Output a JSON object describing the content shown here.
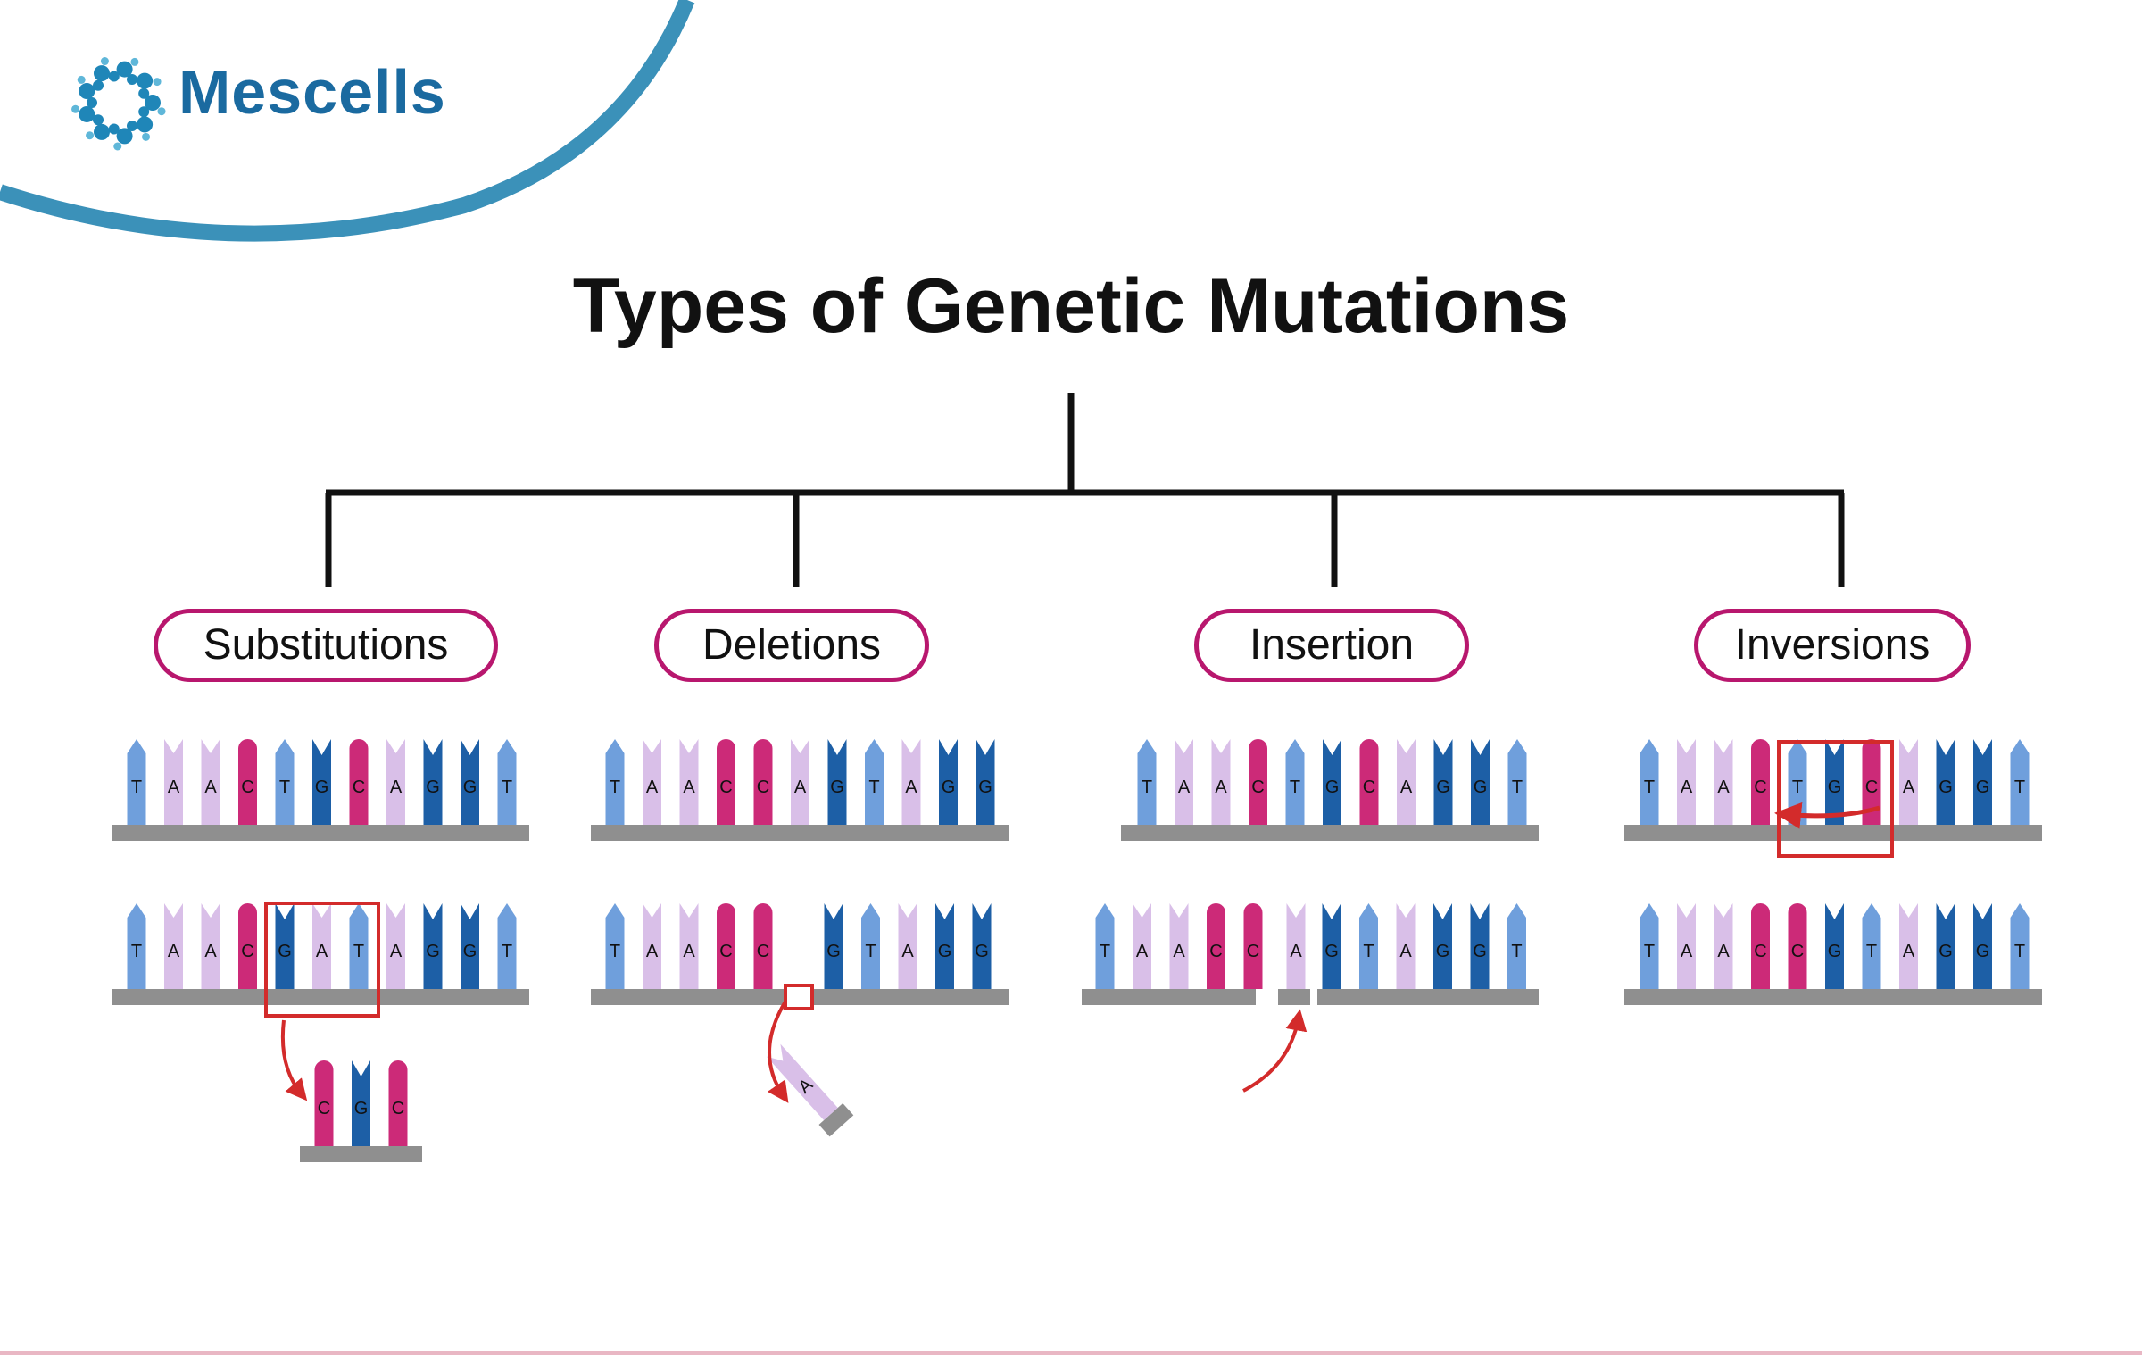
{
  "brand": {
    "name": "Mescells"
  },
  "title": "Types of Genetic Mutations",
  "categories": [
    {
      "id": "substitutions",
      "label": "Substitutions"
    },
    {
      "id": "deletions",
      "label": "Deletions"
    },
    {
      "id": "insertion",
      "label": "Insertion"
    },
    {
      "id": "inversions",
      "label": "Inversions"
    }
  ],
  "strands": {
    "substitutions_before": [
      "T",
      "A",
      "A",
      "C",
      "T",
      "G",
      "C",
      "A",
      "G",
      "G",
      "T"
    ],
    "substitutions_after": [
      "T",
      "A",
      "A",
      "C",
      "G",
      "A",
      "T",
      "A",
      "G",
      "G",
      "T"
    ],
    "substitutions_removed": [
      "C",
      "G",
      "C"
    ],
    "deletions_before": [
      "T",
      "A",
      "A",
      "C",
      "C",
      "A",
      "G",
      "T",
      "A",
      "G",
      "G"
    ],
    "deletions_after_left": [
      "T",
      "A",
      "A",
      "C",
      "C"
    ],
    "deletions_after_right": [
      "G",
      "T",
      "A",
      "G",
      "G"
    ],
    "deletions_removed": [
      "A"
    ],
    "insertion_before": [
      "T",
      "A",
      "A",
      "C",
      "T",
      "G",
      "C",
      "A",
      "G",
      "G",
      "T"
    ],
    "insertion_after_left": [
      "T",
      "A",
      "A",
      "C",
      "C"
    ],
    "insertion_inserted": [
      "A"
    ],
    "insertion_after_right": [
      "G",
      "T",
      "A",
      "G",
      "G",
      "T"
    ],
    "inversions_before": [
      "T",
      "A",
      "A",
      "C",
      "T",
      "G",
      "C",
      "A",
      "G",
      "G",
      "T"
    ],
    "inversions_after": [
      "T",
      "A",
      "A",
      "C",
      "C",
      "G",
      "T",
      "A",
      "G",
      "G",
      "T"
    ]
  },
  "colors": {
    "brand": "#1a6aa0",
    "arc": "#3b91b9",
    "pill_border": "#b8176e",
    "highlight": "#d32b2b",
    "backbone": "#8f8f8f",
    "tree": "#111111",
    "nucleotide": {
      "T": "#6f9fdc",
      "A": "#d9bfe8",
      "C": "#cc2a78",
      "G": "#1d5fa6"
    }
  }
}
